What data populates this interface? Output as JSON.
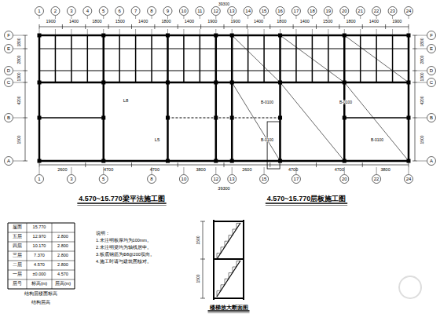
{
  "diagram": {
    "labels": [
      "1",
      "2",
      "3",
      "4",
      "5",
      "6",
      "7",
      "8",
      "9",
      "10",
      "11",
      "12",
      "13",
      "14",
      "15",
      "16",
      "17",
      "18",
      "19",
      "20",
      "21",
      "22",
      "23",
      "24",
      "1900",
      "1400",
      "1800",
      "1500",
      "1400",
      "1800",
      "1400",
      "1900",
      "1900",
      "1400",
      "1800",
      "1400",
      "1500",
      "1800",
      "1400",
      "1900",
      "39300",
      "F",
      "E",
      "D",
      "C",
      "B",
      "A",
      "F",
      "E",
      "D",
      "C",
      "B",
      "A",
      "1800",
      "2800",
      "1300",
      "4200",
      "1500",
      "1800",
      "2800",
      "1300",
      "4200",
      "1500",
      "2600",
      "4700",
      "4700",
      "3800",
      "2600",
      "4700",
      "4700",
      "3800",
      "39300",
      "1",
      "3",
      "5",
      "8",
      "10",
      "12",
      "13",
      "15",
      "17",
      "20",
      "22",
      "24",
      "4.570~15.770梁平法施工图",
      "4.570~15.770层板施工图",
      "L8",
      "L5",
      "B-0100",
      "B-0100",
      "B-0100",
      "B-0100",
      "屋面",
      "15.770",
      "五层",
      "12.970",
      "2.800",
      "四层",
      "10.170",
      "2.800",
      "三层",
      "7.370",
      "2.800",
      "二层",
      "4.570",
      "2.800",
      "一层",
      "±0.000",
      "4.570",
      "层号",
      "标高(m)",
      "层高(m)",
      "结构层楼面标高",
      "结构层高",
      "说明：",
      "1.未注明板厚均为100mm。",
      "2.未注明梁均为轴线居中。",
      "3.板底钢筋为Φ8@200双向。",
      "4.施工时请与建筑图核对。",
      "1500",
      "1500",
      "楼梯放大断面图"
    ]
  }
}
